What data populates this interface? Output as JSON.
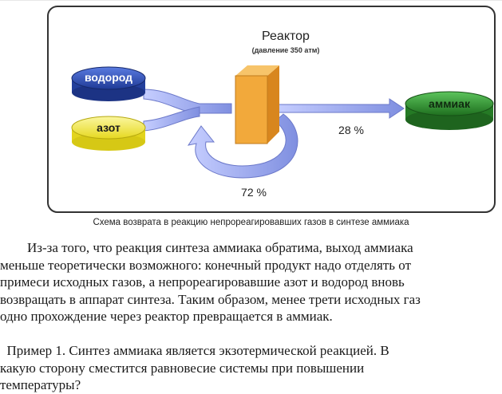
{
  "diagram": {
    "reactor_title": "Реактор",
    "reactor_pressure": "(давление 350 атм)",
    "input_hydrogen": "водород",
    "input_nitrogen": "азот",
    "output_ammonia": "аммиак",
    "yield_percent": "28 %",
    "recycle_percent": "72 %",
    "caption": "Схема возврата в реакцию непрореагировавших газов в синтезе аммиака",
    "colors": {
      "hydrogen": "#2f4fb3",
      "nitrogen": "#f0e63a",
      "ammonia": "#2f8f2f",
      "reactor": "#f2a93b",
      "arrow": "#9aa8e8"
    }
  },
  "text": {
    "body_lines": [
      "        Из-за того, что реакция синтеза аммиака обратима, выход аммиака",
      "меньше теоретически возможного: конечный продукт надо отделять от",
      "примеси исходных газов, а непрореагировавшие азот и водород вновь",
      "возвращать в аппарат синтеза. Таким образом, менее трети исходных газ",
      "одно прохождение через реактор превращается в аммиак."
    ],
    "example_lines": [
      "  Пример 1. Синтез аммиака является экзотермической реакцией. В",
      "какую сторону сместится равновесие системы при повышении",
      "температуры?"
    ]
  }
}
